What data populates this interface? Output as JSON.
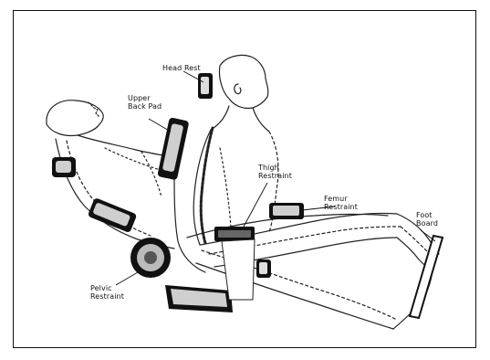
{
  "labels": {
    "head_rest": "Head Rest",
    "upper_back_pad": "Upper\nBack Pad",
    "thigh_restraint": "Thigh\nRestraint",
    "femur_restraint": "Femur\nRestraint",
    "foot_board": "Foot\nBoard",
    "pelvic_restraint": "Pelvic\nRestraint"
  }
}
